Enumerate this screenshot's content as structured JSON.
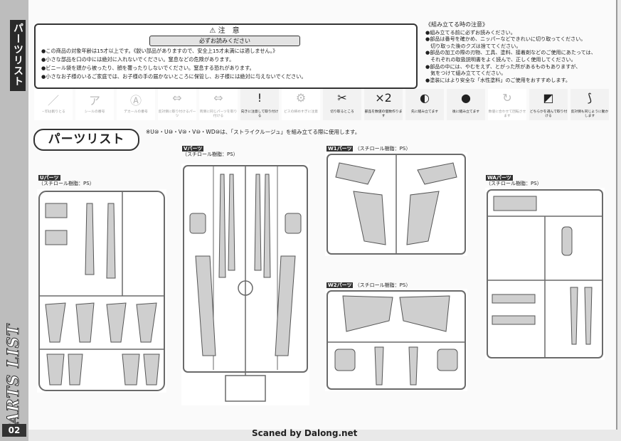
{
  "sidebar": {
    "vertical_title": "パーツリスト",
    "vertical_big": "PARTS LIST",
    "page_number": "02"
  },
  "warning": {
    "title": "注　意",
    "subtitle": "必ずお読みください",
    "lines": [
      "●この商品の対象年齢は15才以上です。《鋭い部品がありますので、安全上15才未満には適しません。》",
      "●小さな部品を口の中には絶対に入れないでください。窒息などの危険があります。",
      "●ビニール袋を頭から被ったり、顔を覆ったりしないでください。窒息する恐れがあります。",
      "●小さなお子様のいるご家庭では、お子様の手の届かないところに保管し、お子様には絶対に与えないでください。"
    ]
  },
  "notes": {
    "title": "《組み立てる時の注意》",
    "lines": [
      "●組み立てる前に必ずお読みください。",
      "●部品は番号を確かめ、ニッパーなどできれいに切り取ってください。",
      "　切り取った後のクズは捨ててください。",
      "●部品の加工の際の刃物、工具、塗料、接着剤などのご使用にあたっては、",
      "　それぞれの取扱説明書をよく読んで、正しく使用してください。",
      "●部品の中には、やむをえず、とがった所があるものもありますが、",
      "　気をつけて組み立ててください。",
      "●塗装にはより安全な「水性塗料」のご使用をおすすめします。"
    ]
  },
  "icons": [
    {
      "glyph": "／",
      "label": "・印は削りとる",
      "style": "light"
    },
    {
      "glyph": "ア",
      "label": "シールの番号",
      "style": "light"
    },
    {
      "glyph": "Ⓐ",
      "label": "デカールの番号",
      "style": "light"
    },
    {
      "glyph": "⇔",
      "label": "反対側に取り付けるパーツ",
      "style": "light"
    },
    {
      "glyph": "⇔",
      "label": "両側に同じパーツを取り付ける",
      "style": "light"
    },
    {
      "glyph": "!",
      "label": "向きに注意して取り付ける",
      "style": "dark"
    },
    {
      "glyph": "⚙",
      "label": "ビスの締めすぎに注意",
      "style": "light"
    },
    {
      "glyph": "✂",
      "label": "切り取るところ",
      "style": "dark"
    },
    {
      "glyph": "×2",
      "label": "部品を数値の個数作ります",
      "style": "dark"
    },
    {
      "glyph": "◐",
      "label": "先に組み立てます",
      "style": "dark"
    },
    {
      "glyph": "●",
      "label": "後に組み立てます",
      "style": "dark"
    },
    {
      "glyph": "↻",
      "label": "数値に合わせて回転させます",
      "style": "light"
    },
    {
      "glyph": "◩",
      "label": "どちらかを選んで取り付ける",
      "style": "dark"
    },
    {
      "glyph": "⟆",
      "label": "反対側も同じように動かします",
      "style": "dark"
    }
  ],
  "parts_list_title": "パーツリスト",
  "parts_note": "※U⑩・U⑩・V⑩・V⑩・WD⑩は、「ストライクルージュ」を組み立てる際に使用します。",
  "runners": [
    {
      "id": "U",
      "name": "Uパーツ",
      "material": "（スチロール樹脂：PS）"
    },
    {
      "id": "V",
      "name": "Vパーツ",
      "material": "（スチロール樹脂：PS）"
    },
    {
      "id": "W1",
      "name": "W1パーツ",
      "material": "（スチロール樹脂：PS）"
    },
    {
      "id": "W2",
      "name": "W2パーツ",
      "material": "（スチロール樹脂：PS）"
    },
    {
      "id": "WA",
      "name": "WAパーツ",
      "material": "（スチロール樹脂：PS）"
    }
  ],
  "footer": "Scaned by Dalong.net",
  "colors": {
    "runner_line": "#6a6a6a",
    "part_fill": "#cfcfcf",
    "ink": "#222222"
  }
}
